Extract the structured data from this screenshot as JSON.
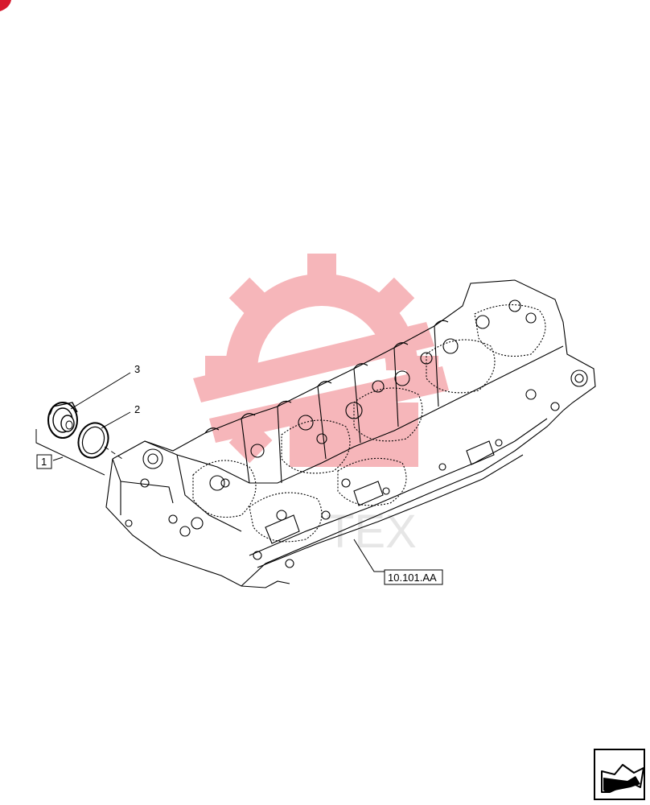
{
  "callouts": {
    "item_1": "1",
    "item_2": "2",
    "item_3": "3",
    "reference": "10.101.AA"
  },
  "watermark": {
    "text": "TEX",
    "color": "#e8323c"
  },
  "icons": {
    "corner": "corner-flag-icon",
    "navigation": "next-page-arrow-icon"
  },
  "colors": {
    "line": "#000000",
    "watermark": "#e8323c",
    "corner": "#d7192d"
  }
}
